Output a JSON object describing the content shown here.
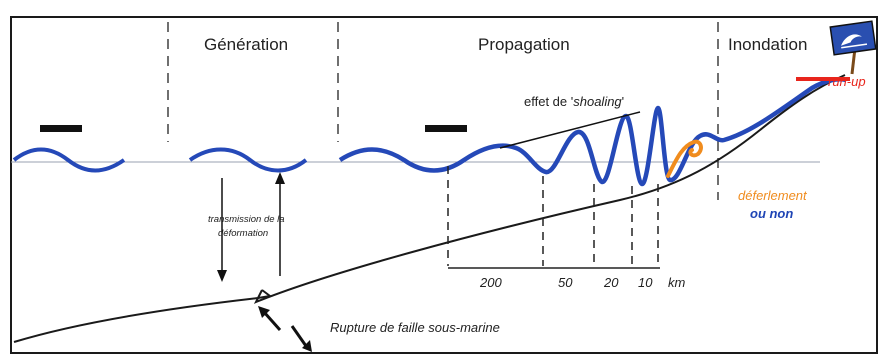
{
  "sections": {
    "generation": "Génération",
    "propagation": "Propagation",
    "inondation": "Inondation"
  },
  "labels": {
    "shoaling_prefix": "effet de '",
    "shoaling_term": "shoaling",
    "shoaling_suffix": "'",
    "transmission_line1": "transmission de la",
    "transmission_line2": "déformation",
    "rupture": "Rupture de faille sous-marine",
    "deferlement": "déferlement",
    "ou_non": "ou non",
    "run_up": "run-up"
  },
  "scale": {
    "values": [
      "200",
      "50",
      "20",
      "10"
    ],
    "unit": "km"
  },
  "colors": {
    "wave": "#2549b8",
    "breaking": "#f08c1e",
    "runup": "#e8251c",
    "line": "#1a1a1a",
    "sign": "#2a4fb0"
  },
  "icons": {
    "tsunami_sign": "tsunami-warning-sign-icon"
  }
}
